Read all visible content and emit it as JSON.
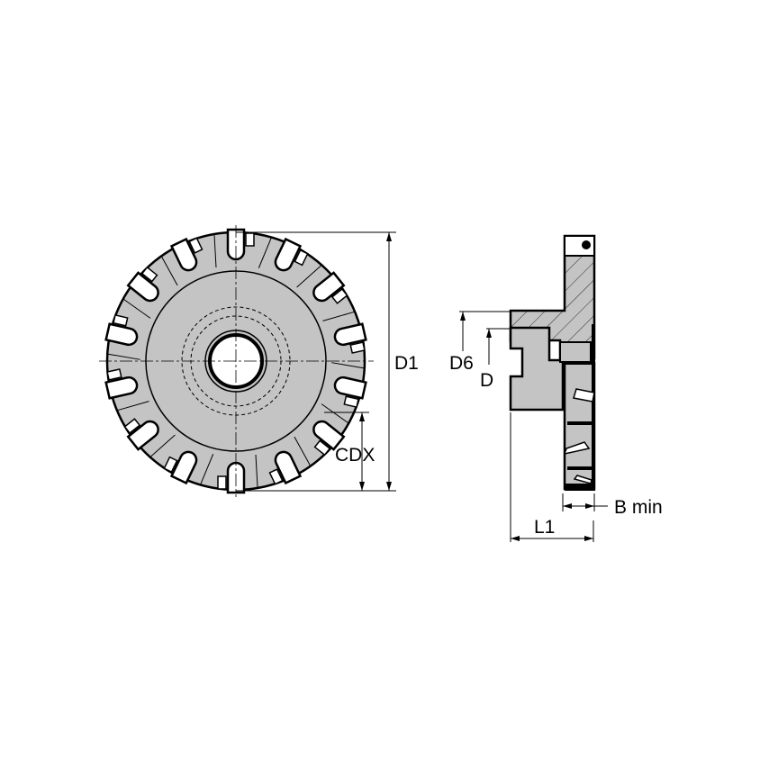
{
  "diagram": {
    "labels": {
      "d1": "D1",
      "cdx": "CDX",
      "d6": "D6",
      "d": "D",
      "b_min": "B min",
      "l1": "L1"
    },
    "colors": {
      "body": "#c4c4c4",
      "line": "#000000",
      "background": "#ffffff"
    }
  }
}
